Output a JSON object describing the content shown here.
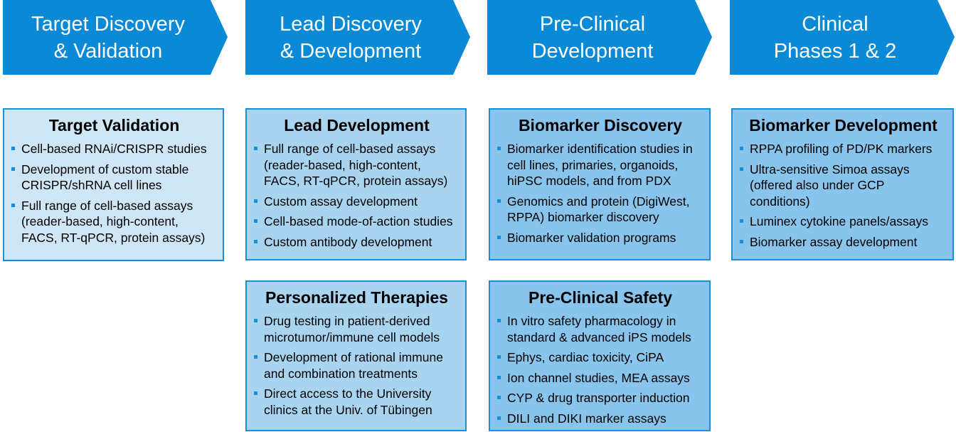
{
  "colors": {
    "arrow": "#0a8ad6",
    "card_border": "#1a8fd6",
    "card_light": "#cfe6f6",
    "card_mid": "#a9d4f0",
    "card_dark": "#89c4ec",
    "bullet": "#1a8fd6"
  },
  "stages": [
    {
      "title": "Target Discovery\n& Validation"
    },
    {
      "title": "Lead Discovery\n& Development"
    },
    {
      "title": "Pre-Clinical\nDevelopment"
    },
    {
      "title": "Clinical\nPhases 1 & 2"
    }
  ],
  "cards": {
    "target_validation": {
      "title": "Target Validation",
      "items": [
        "Cell-based RNAi/CRISPR studies",
        "Development of custom stable\nCRISPR/shRNA cell lines",
        "Full range of cell-based assays\n(reader-based, high-content,\nFACS, RT-qPCR, protein assays)"
      ]
    },
    "lead_development": {
      "title": "Lead Development",
      "items": [
        "Full range of cell-based assays\n(reader-based, high-content,\nFACS, RT-qPCR, protein assays)",
        "Custom assay development",
        "Cell-based mode-of-action studies",
        "Custom antibody development"
      ]
    },
    "personalized_therapies": {
      "title": "Personalized Therapies",
      "items": [
        "Drug testing in patient-derived\nmicrotumor/immune cell models",
        "Development of rational immune\nand combination treatments",
        "Direct access to the University\nclinics at the Univ. of Tübingen"
      ]
    },
    "biomarker_discovery": {
      "title": "Biomarker Discovery",
      "items": [
        "Biomarker identification studies in\ncell lines, primaries, organoids,\nhiPSC models, and from PDX",
        "Genomics and protein (DigiWest,\nRPPA) biomarker discovery",
        "Biomarker validation programs"
      ]
    },
    "preclinical_safety": {
      "title": "Pre-Clinical Safety",
      "items": [
        "In vitro safety pharmacology in\nstandard & advanced iPS models",
        "Ephys, cardiac toxicity, CiPA",
        "Ion channel studies, MEA assays",
        "CYP & drug transporter induction",
        "DILI and DIKI marker assays"
      ]
    },
    "biomarker_development": {
      "title": "Biomarker Development",
      "items": [
        "RPPA profiling of PD/PK markers",
        "Ultra-sensitive Simoa assays\n(offered also under GCP\nconditions)",
        "Luminex cytokine panels/assays",
        "Biomarker assay development"
      ]
    }
  }
}
